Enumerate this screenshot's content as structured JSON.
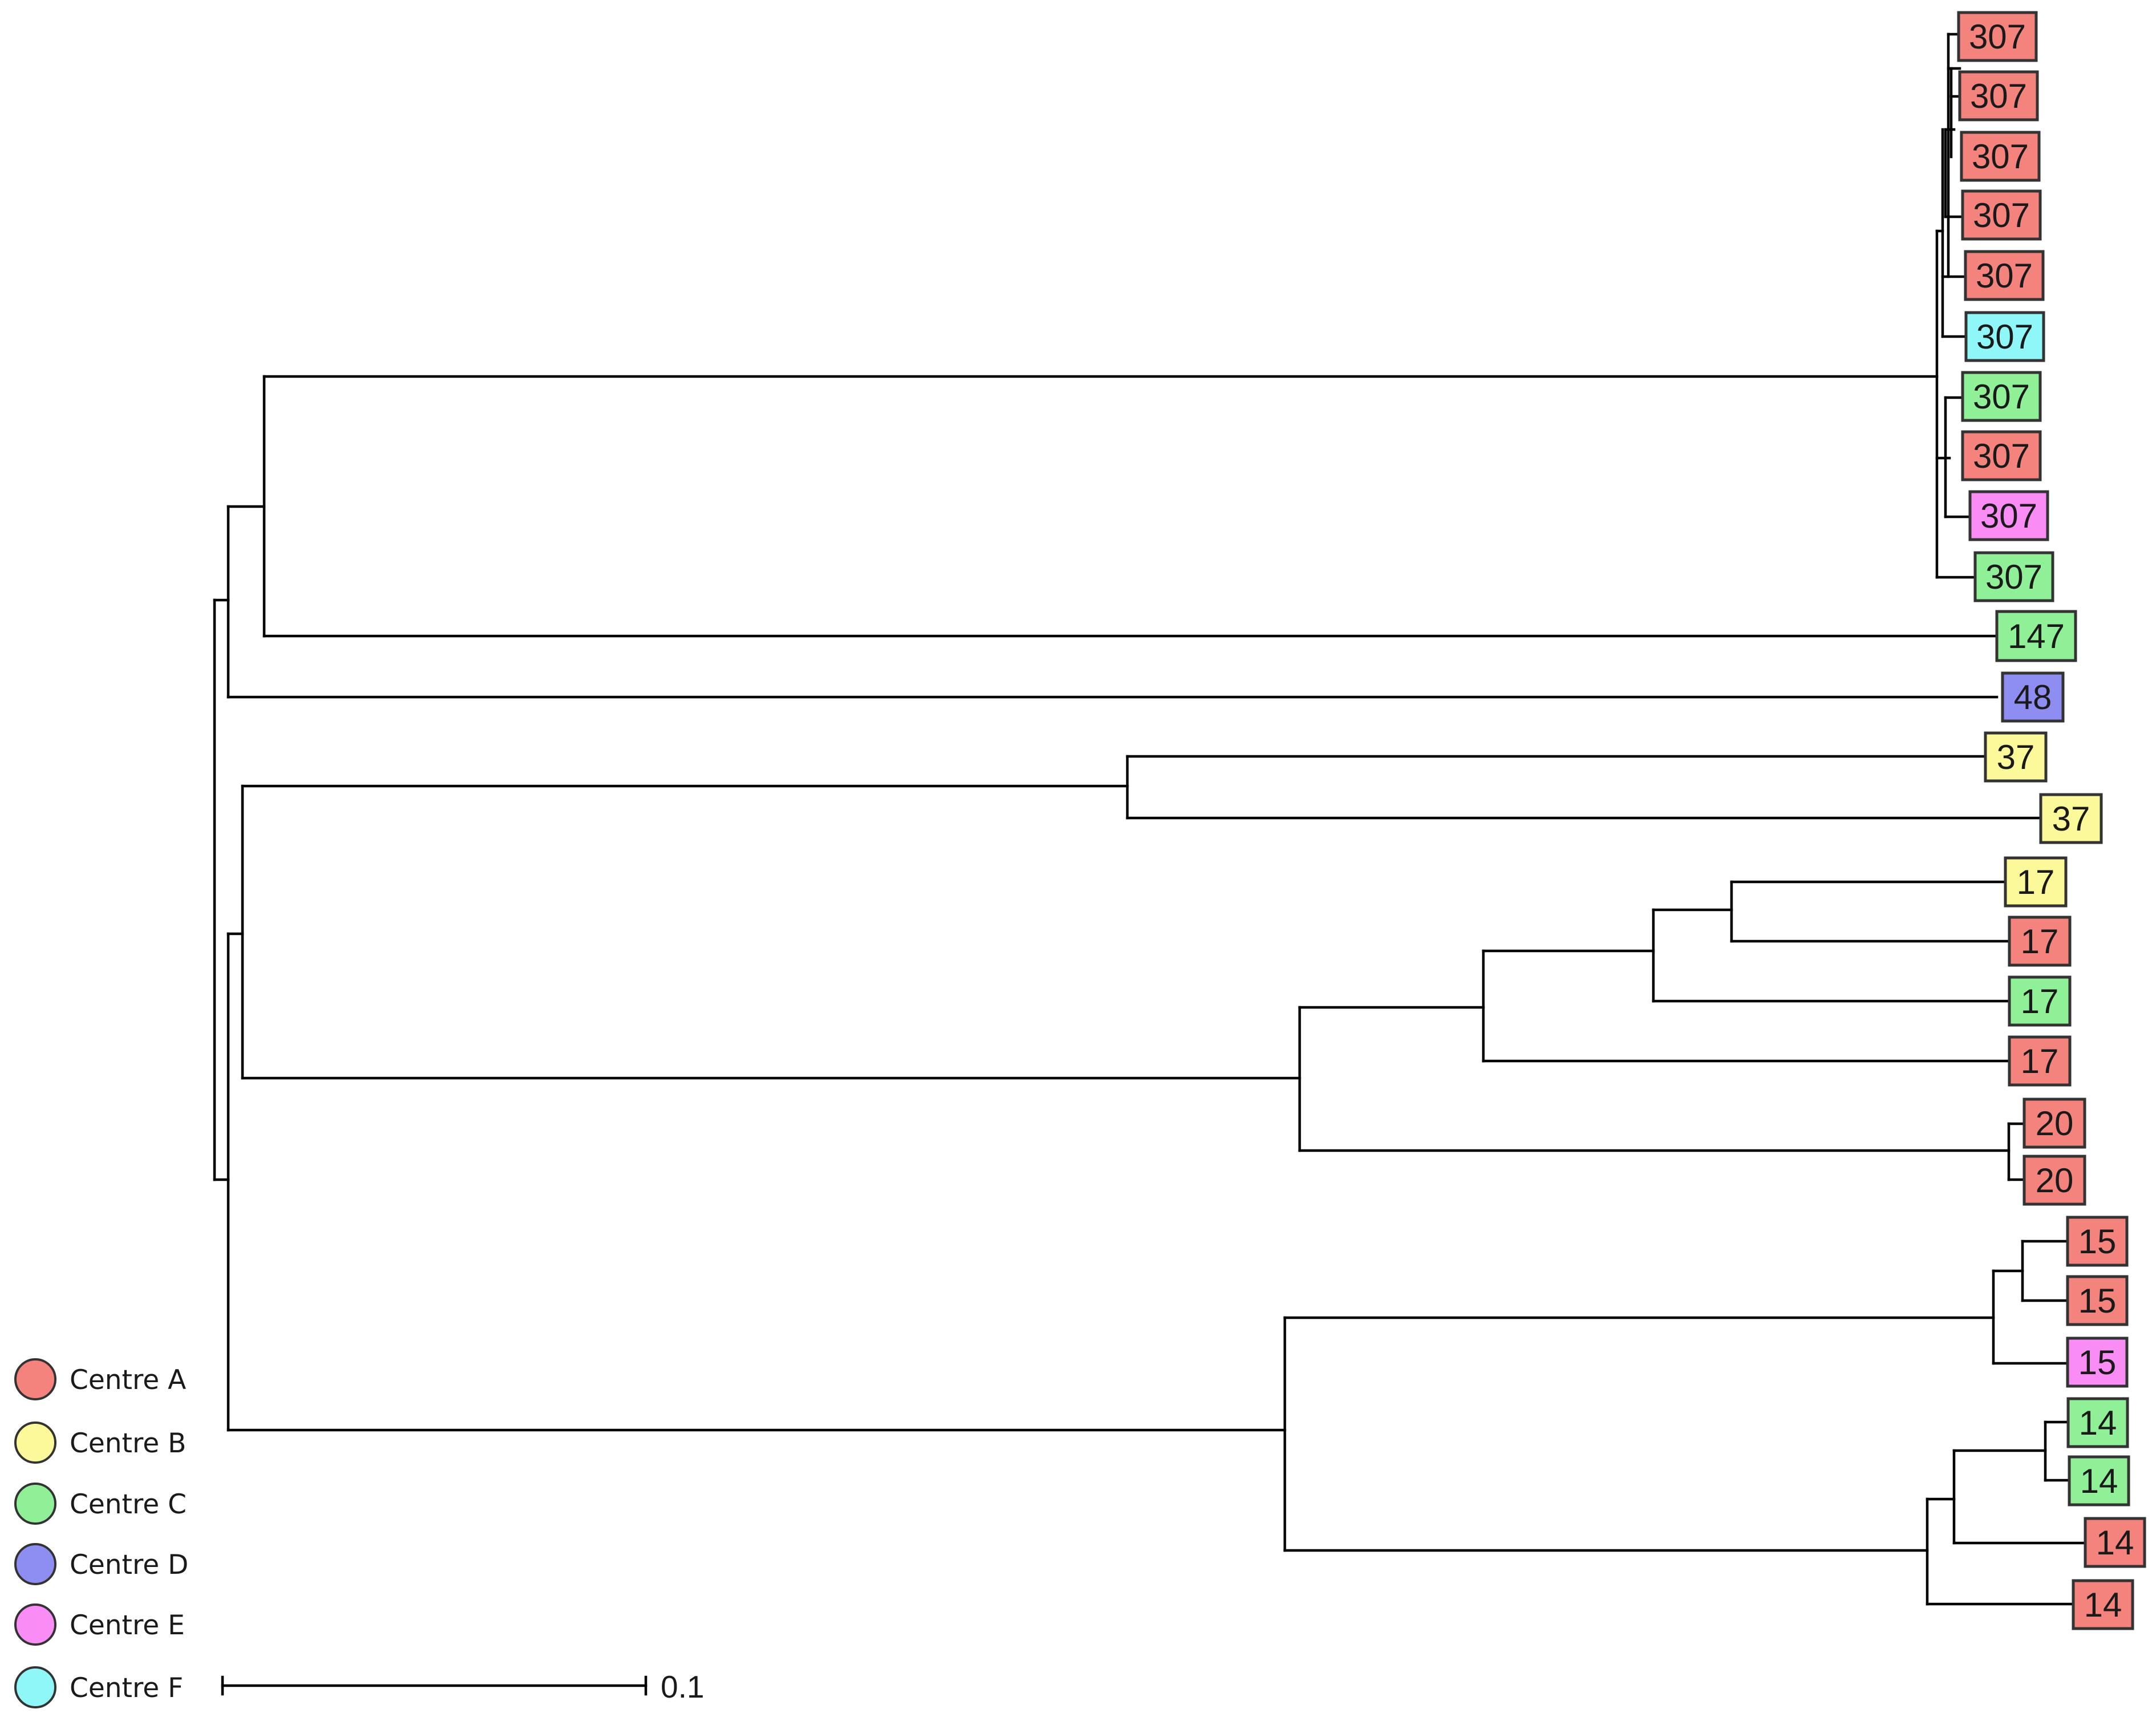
{
  "tree": {
    "tips": [
      {
        "label": "307",
        "centre": "A"
      },
      {
        "label": "307",
        "centre": "A"
      },
      {
        "label": "307",
        "centre": "A"
      },
      {
        "label": "307",
        "centre": "A"
      },
      {
        "label": "307",
        "centre": "A"
      },
      {
        "label": "307",
        "centre": "F"
      },
      {
        "label": "307",
        "centre": "C"
      },
      {
        "label": "307",
        "centre": "A"
      },
      {
        "label": "307",
        "centre": "E"
      },
      {
        "label": "307",
        "centre": "C"
      },
      {
        "label": "147",
        "centre": "C"
      },
      {
        "label": "48",
        "centre": "D"
      },
      {
        "label": "37",
        "centre": "B"
      },
      {
        "label": "37",
        "centre": "B"
      },
      {
        "label": "17",
        "centre": "B"
      },
      {
        "label": "17",
        "centre": "A"
      },
      {
        "label": "17",
        "centre": "C"
      },
      {
        "label": "17",
        "centre": "A"
      },
      {
        "label": "20",
        "centre": "A"
      },
      {
        "label": "20",
        "centre": "A"
      },
      {
        "label": "15",
        "centre": "A"
      },
      {
        "label": "15",
        "centre": "A"
      },
      {
        "label": "15",
        "centre": "E"
      },
      {
        "label": "14",
        "centre": "C"
      },
      {
        "label": "14",
        "centre": "C"
      },
      {
        "label": "14",
        "centre": "A"
      },
      {
        "label": "14",
        "centre": "A"
      }
    ]
  },
  "legend": [
    {
      "key": "A",
      "label": "Centre A",
      "color": "#f4837d"
    },
    {
      "key": "B",
      "label": "Centre B",
      "color": "#fcf99a"
    },
    {
      "key": "C",
      "label": "Centre C",
      "color": "#8ff097"
    },
    {
      "key": "D",
      "label": "Centre D",
      "color": "#8e8ef2"
    },
    {
      "key": "E",
      "label": "Centre E",
      "color": "#f98df5"
    },
    {
      "key": "F",
      "label": "Centre F",
      "color": "#8ff7f7"
    }
  ],
  "scale_bar": {
    "value": 0.1,
    "label": "0.1"
  }
}
